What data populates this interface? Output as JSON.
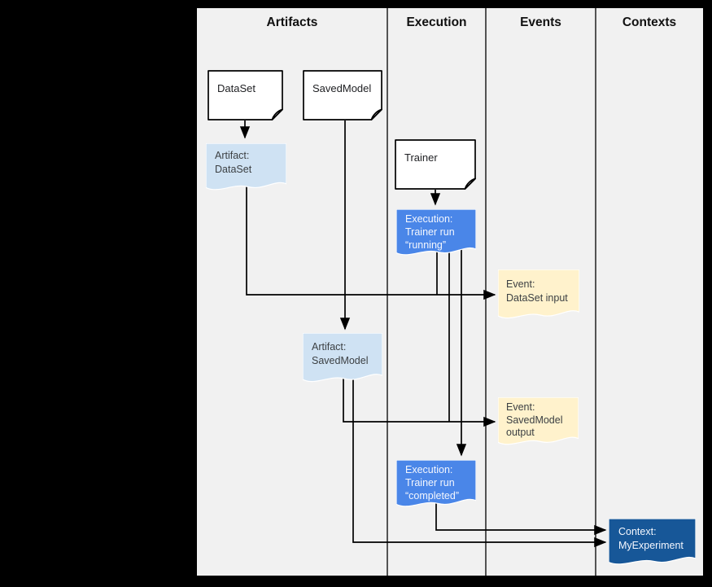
{
  "diagram": {
    "columns": [
      {
        "label": "Artifacts"
      },
      {
        "label": "Execution"
      },
      {
        "label": "Events"
      },
      {
        "label": "Contexts"
      }
    ],
    "nodes": {
      "dataset_doc": {
        "label": "DataSet"
      },
      "savedmodel_doc": {
        "label": "SavedModel"
      },
      "trainer_doc": {
        "label": "Trainer"
      },
      "artifact_dataset": {
        "label": "Artifact:\nDataSet"
      },
      "execution_running": {
        "label": "Execution:\nTrainer run\n“running”"
      },
      "event_dataset_input": {
        "label": "Event:\nDataSet input"
      },
      "artifact_savedmodel": {
        "label": "Artifact:\nSavedModel"
      },
      "event_savedmodel_output": {
        "label": "Event:\nSavedModel\noutput"
      },
      "execution_completed": {
        "label": "Execution:\nTrainer run\n“completed”"
      },
      "context_myexperiment": {
        "label": "Context:\nMyExperiment"
      }
    },
    "colors": {
      "background": "#000000",
      "canvas": "#f1f1f1",
      "doc_fill": "#ffffff",
      "doc_fold": "#e8e8e8",
      "artifact_fill": "#cfe2f3",
      "execution_fill": "#4a86e8",
      "event_fill": "#fff2cc",
      "context_fill": "#175798",
      "line": "#000000"
    }
  }
}
